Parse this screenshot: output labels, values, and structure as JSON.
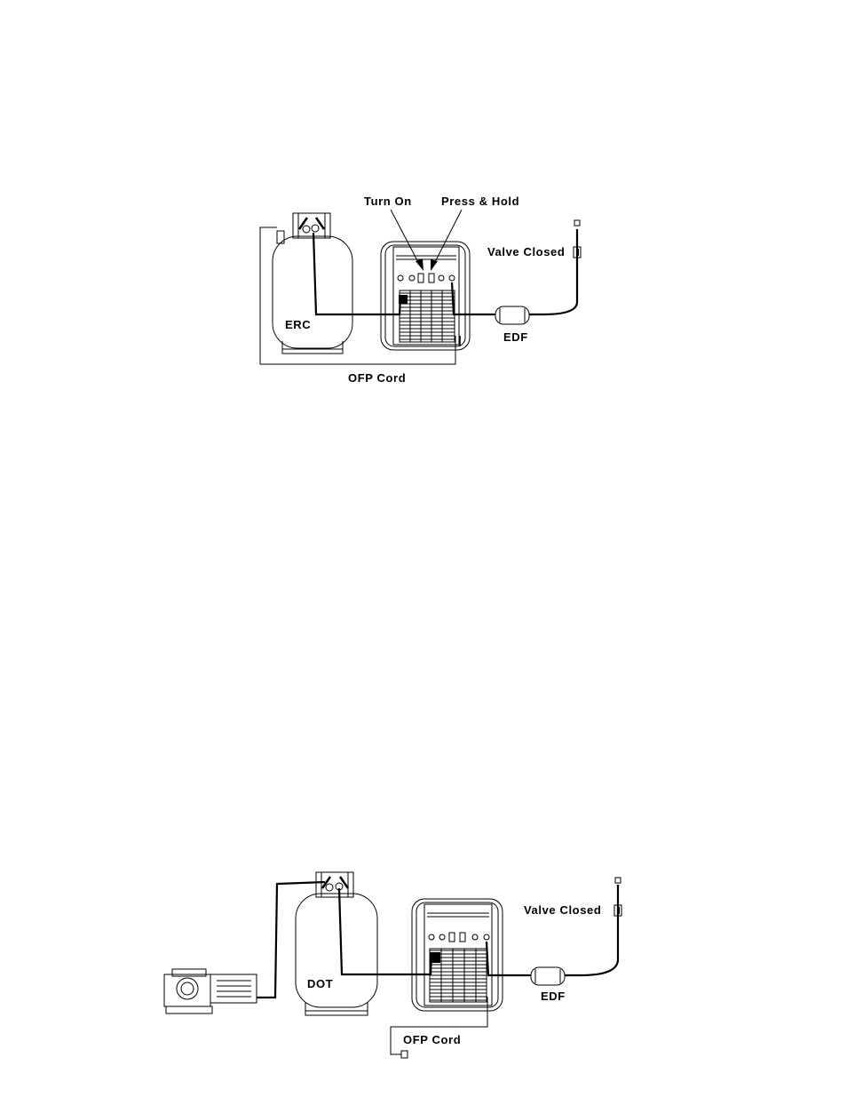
{
  "diagram_top": {
    "labels": {
      "turn_on": "Turn On",
      "press_hold": "Press & Hold",
      "valve_closed": "Valve Closed",
      "tank": "ERC",
      "filter": "EDF",
      "cord": "OFP Cord"
    }
  },
  "diagram_bottom": {
    "labels": {
      "valve_closed": "Valve Closed",
      "tank": "DOT",
      "filter": "EDF",
      "cord": "OFP Cord"
    }
  }
}
